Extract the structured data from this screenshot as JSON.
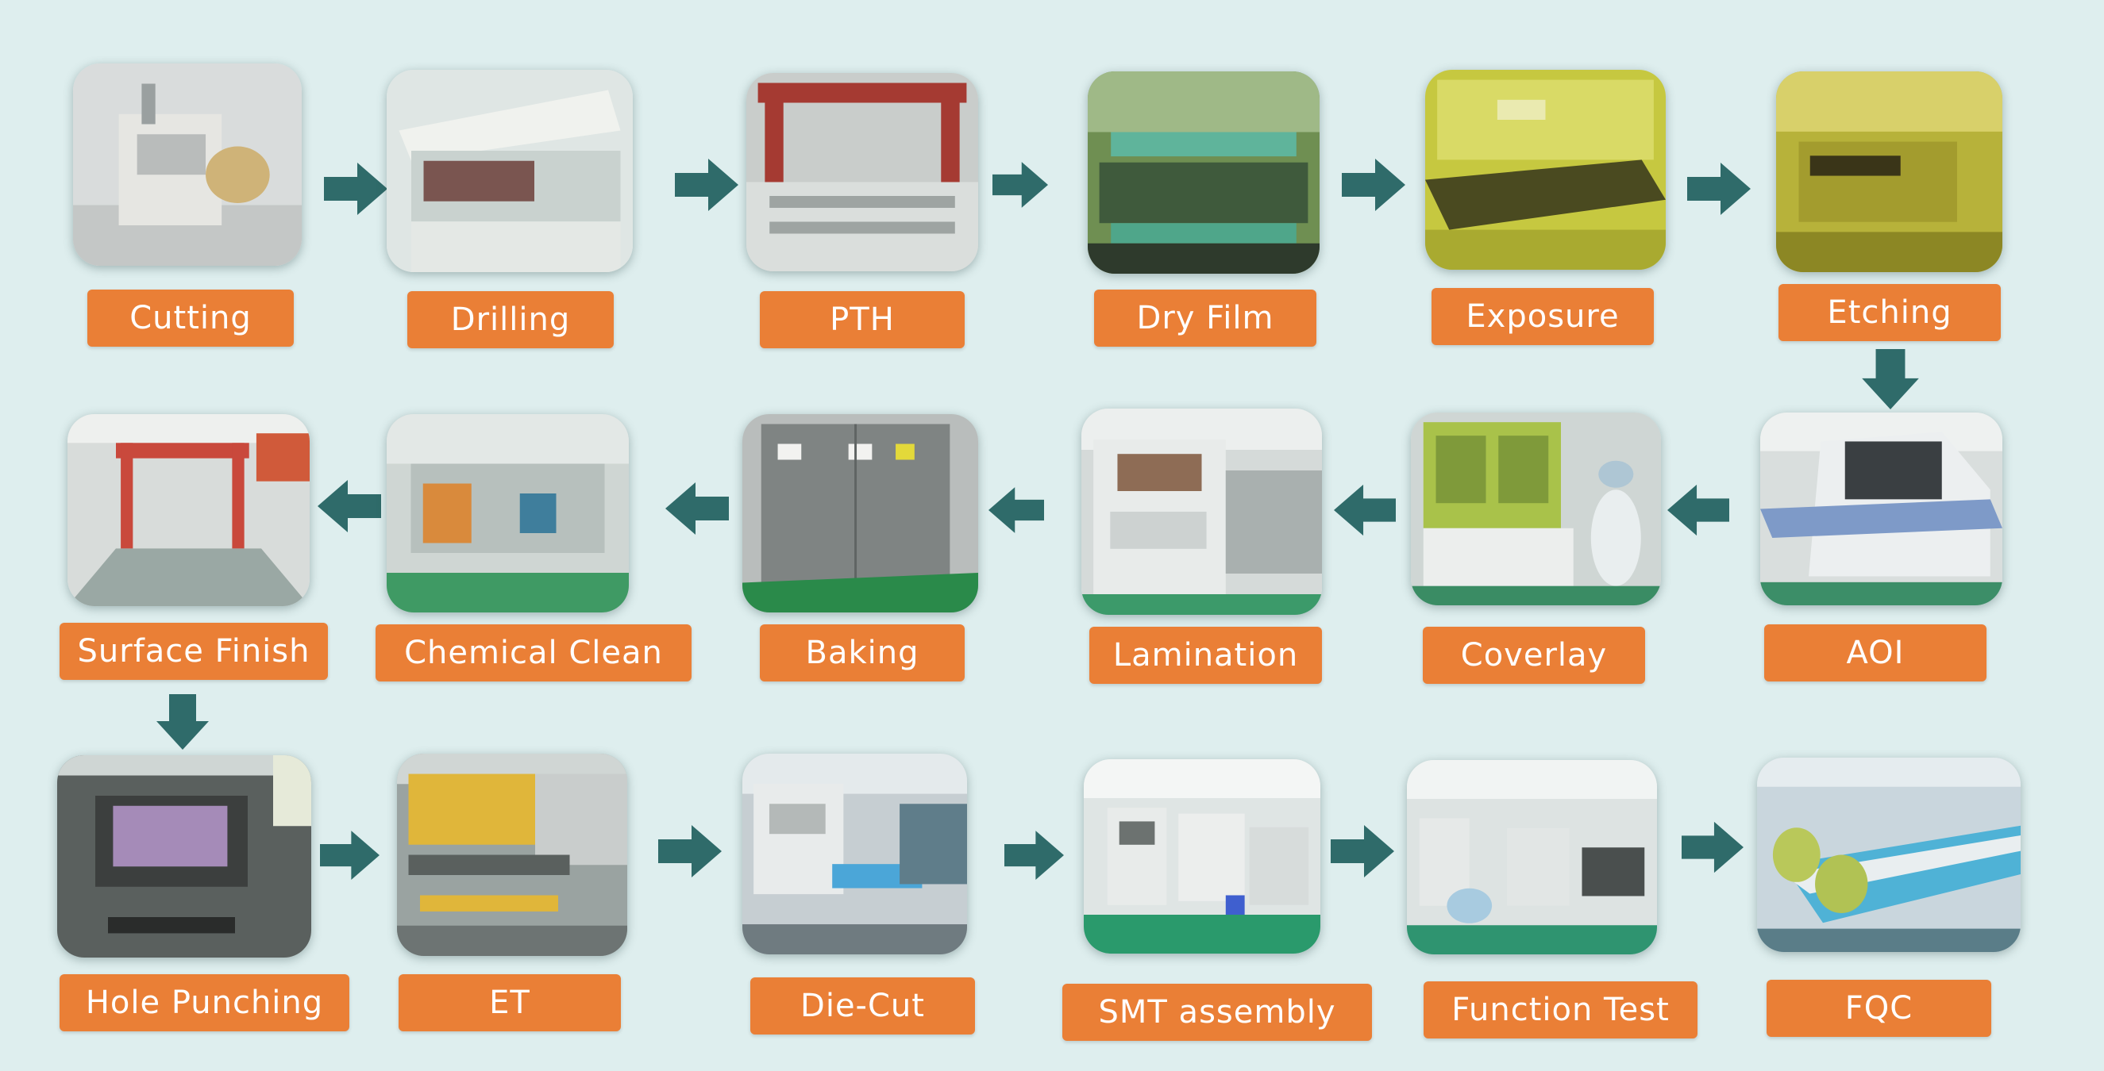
{
  "steps": [
    {
      "label": "Cutting"
    },
    {
      "label": "Drilling"
    },
    {
      "label": "PTH"
    },
    {
      "label": "Dry Film"
    },
    {
      "label": "Exposure"
    },
    {
      "label": "Etching"
    },
    {
      "label": "AOI"
    },
    {
      "label": "Coverlay"
    },
    {
      "label": "Lamination"
    },
    {
      "label": "Baking"
    },
    {
      "label": "Chemical Clean"
    },
    {
      "label": "Surface Finish"
    },
    {
      "label": "Hole Punching"
    },
    {
      "label": "ET"
    },
    {
      "label": "Die-Cut"
    },
    {
      "label": "SMT assembly"
    },
    {
      "label": "Function Test"
    },
    {
      "label": "FQC"
    }
  ],
  "colors": {
    "background": "#deeeee",
    "label": "#ea7f36",
    "arrow": "#2f6b6a"
  },
  "icons": {
    "arrow_right": "arrow-right-icon",
    "arrow_left": "arrow-left-icon",
    "arrow_down": "arrow-down-icon"
  }
}
